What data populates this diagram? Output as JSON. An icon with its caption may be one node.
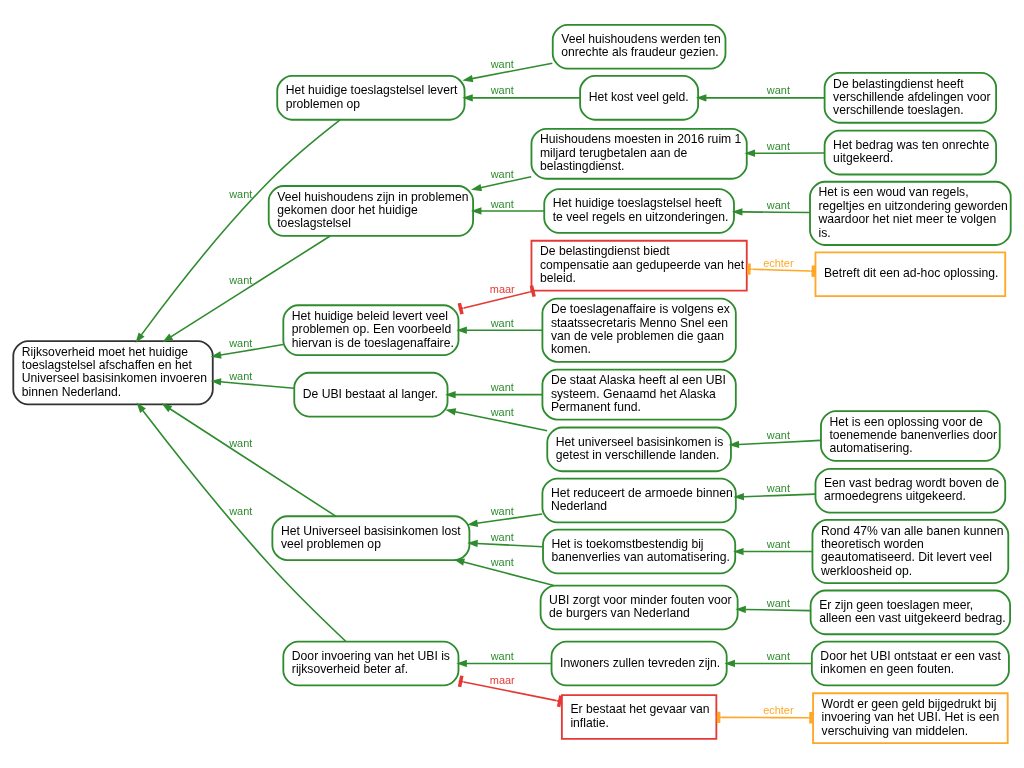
{
  "diagram": {
    "nodes": [
      {
        "text": [
          "Rijksoverheid moet het huidige toeslagstelsel afschaffen en het Universeel basisinkomen invoeren binnen Nederland."
        ]
      },
      {
        "text": [
          "Het huidige toeslagstelsel levert problemen op"
        ]
      },
      {
        "text": [
          "Veel huishoudens werden ten onrechte als fraudeur gezien."
        ]
      },
      {
        "text": [
          "Het kost veel geld."
        ]
      },
      {
        "text": [
          "De belastingdienst heeft verschillende afdelingen voor verschillende toeslagen."
        ]
      },
      {
        "text": [
          "Veel huishoudens zijn in problemen gekomen door het huidige toeslagstelsel"
        ]
      },
      {
        "text": [
          "Huishoudens moesten in 2016 ruim 1 miljard terugbetalen aan de belastingdienst."
        ]
      },
      {
        "text": [
          "Het bedrag was ten onrechte uitgekeerd."
        ]
      },
      {
        "text": [
          "Het huidige toeslagstelsel heeft te veel regels en uitzonderingen."
        ]
      },
      {
        "text": [
          "Het is een woud van regels, regeltjes en uitzondering geworden waardoor het niet meer te volgen is."
        ]
      },
      {
        "text": [
          "Het huidige beleid levert veel problemen op. Een voorbeeld hiervan is de toeslagenaffaire."
        ]
      },
      {
        "text": [
          "De belastingdienst biedt compensatie aan gedupeerde van het beleid."
        ]
      },
      {
        "text": [
          "Betreft dit een ad-hoc oplossing."
        ]
      },
      {
        "text": [
          "De toeslagenaffaire is volgens ex staatssecretaris Menno Snel een van de vele problemen die gaan komen."
        ]
      },
      {
        "text": [
          "De UBI bestaat al langer."
        ]
      },
      {
        "text": [
          "De staat Alaska heeft al een UBI systeem. Genaamd het Alaska Permanent fund."
        ]
      },
      {
        "text": [
          "Het universeel basisinkomen is getest in verschillende landen."
        ]
      },
      {
        "text": [
          "Het is een oplossing voor de toenemende banenverlies door automatisering."
        ]
      },
      {
        "text": [
          "Het Universeel basisinkomen lost veel problemen op"
        ]
      },
      {
        "text": [
          "Het reduceert de armoede binnen Nederland"
        ]
      },
      {
        "text": [
          "Een vast bedrag wordt boven de armoedegrens uitgekeerd."
        ]
      },
      {
        "text": [
          "Het is toekomstbestendig bij banenverlies van automatisering."
        ]
      },
      {
        "text": [
          "Rond 47% van alle banen kunnen theoretisch worden geautomatiseerd. Dit levert veel werkloosheid op."
        ]
      },
      {
        "text": [
          "UBI zorgt voor minder fouten voor de burgers van Nederland"
        ]
      },
      {
        "text": [
          "Er zijn geen toeslagen meer, alleen een vast uitgekeerd bedrag."
        ]
      },
      {
        "text": [
          "Door invoering van het UBI is rijksoverheid beter af."
        ]
      },
      {
        "text": [
          "Inwoners zullen tevreden zijn."
        ]
      },
      {
        "text": [
          "Door het UBI ontstaat er een vast inkomen en geen fouten."
        ]
      },
      {
        "text": [
          "Er bestaat het gevaar van inflatie."
        ]
      },
      {
        "text": [
          "Wordt er geen geld bijgedrukt bij invoering van het UBI. Het is een verschuiving van middelen."
        ]
      }
    ],
    "edges": [
      {
        "from": 1,
        "to": 0,
        "arrow": "to",
        "label": "want"
      },
      {
        "from": 5,
        "to": 0,
        "arrow": "to",
        "label": "want"
      },
      {
        "from": 10,
        "to": 0,
        "arrow": "to",
        "label": "want"
      },
      {
        "from": 14,
        "to": 0,
        "arrow": "to",
        "label": "want"
      },
      {
        "from": 18,
        "to": 0,
        "arrow": "to",
        "label": "want"
      },
      {
        "from": 25,
        "to": 0,
        "arrow": "to",
        "label": "want"
      },
      {
        "from": 2,
        "to": 1,
        "arrow": "to",
        "label": "want"
      },
      {
        "from": 3,
        "to": 1,
        "arrow": "to",
        "label": "want"
      },
      {
        "from": 4,
        "to": 3,
        "arrow": "to",
        "label": "want"
      },
      {
        "from": 6,
        "to": 5,
        "arrow": "to",
        "label": "want"
      },
      {
        "from": 8,
        "to": 5,
        "arrow": "to",
        "label": "want"
      },
      {
        "from": 7,
        "to": 6,
        "arrow": "to",
        "label": "want"
      },
      {
        "from": 9,
        "to": 8,
        "arrow": "to",
        "label": "want"
      },
      {
        "from": 11,
        "to": 10,
        "arrow": "other",
        "label": "maar",
        "color": "#e53935"
      },
      {
        "from": 12,
        "to": 11,
        "arrow": "other",
        "label": "echter",
        "color": "#ffa726"
      },
      {
        "from": 13,
        "to": 10,
        "arrow": "to",
        "label": "want"
      },
      {
        "from": 15,
        "to": 14,
        "arrow": "to",
        "label": "want"
      },
      {
        "from": 16,
        "to": 14,
        "arrow": "to",
        "label": "want"
      },
      {
        "from": 17,
        "to": 16,
        "arrow": "to",
        "label": "want"
      },
      {
        "from": 19,
        "to": 18,
        "arrow": "to",
        "label": "want"
      },
      {
        "from": 21,
        "to": 18,
        "arrow": "to",
        "label": "want"
      },
      {
        "from": 23,
        "to": 18,
        "arrow": "to",
        "label": "want"
      },
      {
        "from": 20,
        "to": 19,
        "arrow": "to",
        "label": "want"
      },
      {
        "from": 22,
        "to": 21,
        "arrow": "to",
        "label": "want"
      },
      {
        "from": 24,
        "to": 23,
        "arrow": "to",
        "label": "want"
      },
      {
        "from": 26,
        "to": 25,
        "arrow": "to",
        "label": "want"
      },
      {
        "from": 27,
        "to": 26,
        "arrow": "to",
        "label": "want"
      },
      {
        "from": 28,
        "to": 25,
        "arrow": "other",
        "label": "maar",
        "color": "#e53935"
      },
      {
        "from": 29,
        "to": 28,
        "arrow": "other",
        "label": "echter",
        "color": "#ffa726"
      }
    ]
  }
}
